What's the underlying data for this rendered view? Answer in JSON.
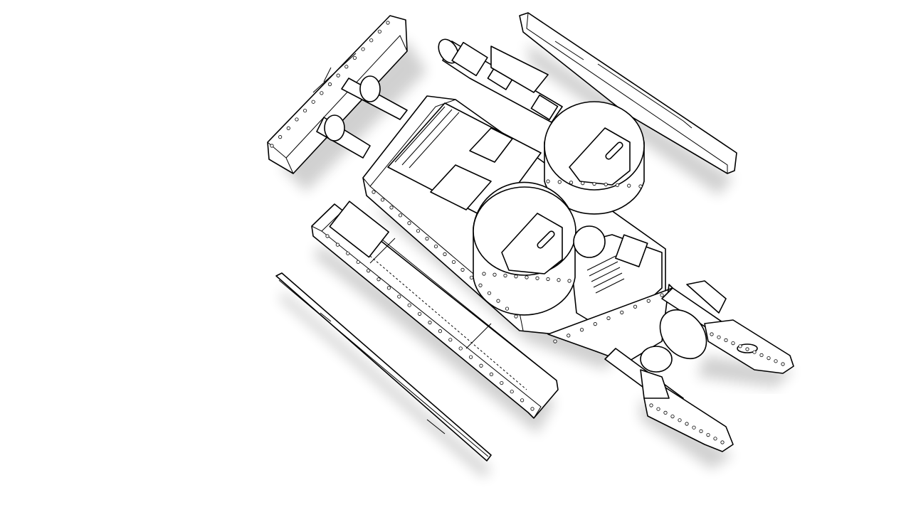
{
  "colors": {
    "background": "#ffffff",
    "line": "#000000",
    "fill": "#ffffff",
    "shadow": "#9a9a9a"
  },
  "illustration": {
    "style": "line-art exploded view",
    "parts": [
      {
        "id": "top-left-plate"
      },
      {
        "id": "top-right-side-plate"
      },
      {
        "id": "main-chassis"
      },
      {
        "id": "barrel"
      },
      {
        "id": "turret-upper"
      },
      {
        "id": "turret-lower"
      },
      {
        "id": "left-track"
      },
      {
        "id": "thin-rail"
      },
      {
        "id": "claw-upper"
      },
      {
        "id": "claw-lower"
      }
    ]
  }
}
